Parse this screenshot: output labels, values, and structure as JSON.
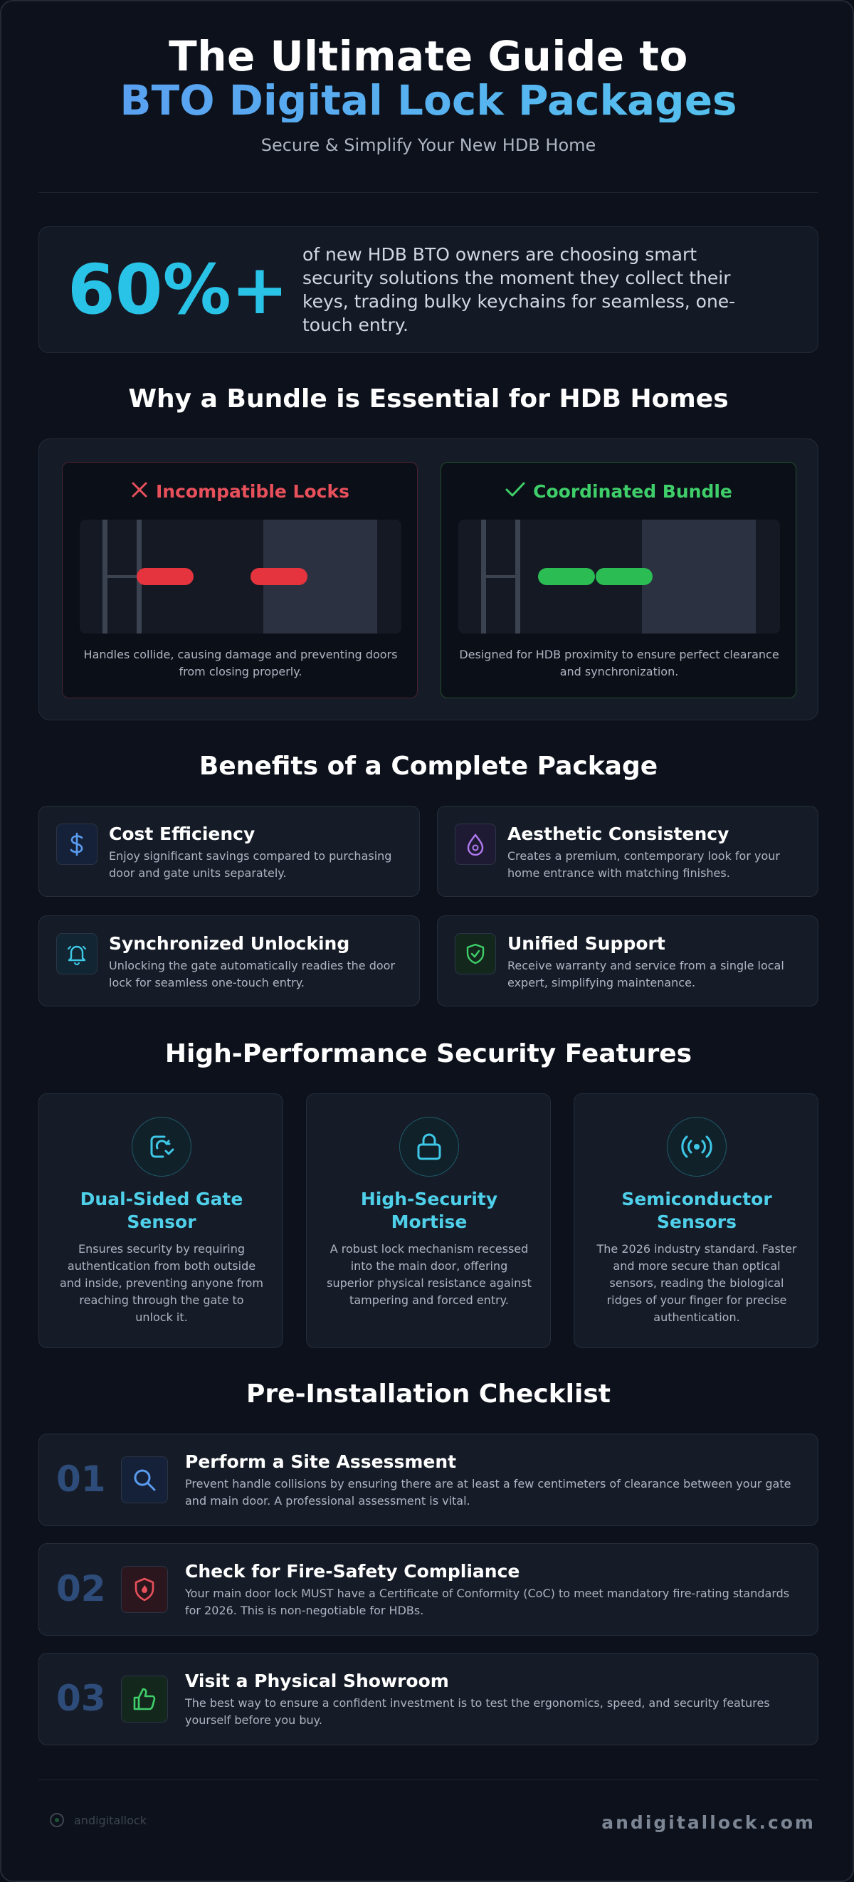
{
  "header": {
    "title_line1": "The Ultimate Guide to",
    "title_line2": "BTO Digital Lock Packages",
    "subtitle": "Secure & Simplify Your New HDB Home"
  },
  "stat": {
    "value": "60%+",
    "text": "of new HDB BTO owners are choosing smart security solutions the moment they collect their keys, trading bulky keychains for seamless, one-touch entry."
  },
  "bundle": {
    "title": "Why a Bundle is Essential for HDB Homes",
    "bad": {
      "label": "Incompatible Locks",
      "icon": "x-icon",
      "description": "Handles collide, causing damage and preventing doors from closing properly."
    },
    "good": {
      "label": "Coordinated Bundle",
      "icon": "check-icon",
      "description": "Designed for HDB proximity to ensure perfect clearance and synchronization."
    }
  },
  "benefits": {
    "title": "Benefits of a Complete Package",
    "items": [
      {
        "title": "Cost Efficiency",
        "text": "Enjoy significant savings compared to purchasing door and gate units separately.",
        "icon": "dollar-icon"
      },
      {
        "title": "Aesthetic Consistency",
        "text": "Creates a premium, contemporary look for your home entrance with matching finishes.",
        "icon": "droplet-icon"
      },
      {
        "title": "Synchronized Unlocking",
        "text": "Unlocking the gate automatically readies the door lock for seamless one-touch entry.",
        "icon": "bell-icon"
      },
      {
        "title": "Unified Support",
        "text": "Receive warranty and service from a single local expert, simplifying maintenance.",
        "icon": "shield-check-icon"
      }
    ]
  },
  "features": {
    "title": "High-Performance Security Features",
    "items": [
      {
        "title": "Dual-Sided Gate Sensor",
        "text": "Ensures security by requiring authentication from both outside and inside, preventing anyone from reaching through the gate to unlock it.",
        "icon": "sensor-icon"
      },
      {
        "title": "High-Security Mortise",
        "text": "A robust lock mechanism recessed into the main door, offering superior physical resistance against tampering and forced entry.",
        "icon": "lock-icon"
      },
      {
        "title": "Semiconductor Sensors",
        "text": "The 2026 industry standard. Faster and more secure than optical sensors, reading the biological ridges of your finger for precise authentication.",
        "icon": "broadcast-icon"
      }
    ]
  },
  "checklist": {
    "title": "Pre-Installation Checklist",
    "items": [
      {
        "num": "01",
        "title": "Perform a Site Assessment",
        "text": "Prevent handle collisions by ensuring there are at least a few centimeters of clearance between your gate and main door. A professional assessment is vital.",
        "icon": "search-icon"
      },
      {
        "num": "02",
        "title": "Check for Fire-Safety Compliance",
        "text": "Your main door lock MUST have a Certificate of Conformity (CoC) to meet mandatory fire-rating standards for 2026. This is non-negotiable for HDBs.",
        "icon": "fire-shield-icon"
      },
      {
        "num": "03",
        "title": "Visit a Physical Showroom",
        "text": "The best way to ensure a confident investment is to test the ergonomics, speed, and security features yourself before you buy.",
        "icon": "thumbs-up-icon"
      }
    ]
  },
  "footer": {
    "logo_text": "andigitallock",
    "url": "andigitallock.com"
  },
  "colors": {
    "accent_blue": "#5a9cf0",
    "accent_cyan": "#29c3e8",
    "bad": "#e5343d",
    "good": "#2bbd53"
  }
}
